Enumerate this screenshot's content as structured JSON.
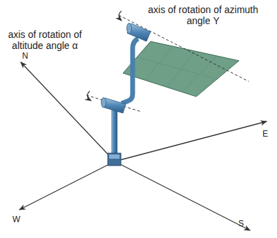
{
  "diagram": {
    "labels": [
      "axis of rotation of azimuth angle Υ",
      "axis of rotation of altitude angle α",
      "N",
      "E",
      "W",
      "S"
    ]
  }
}
